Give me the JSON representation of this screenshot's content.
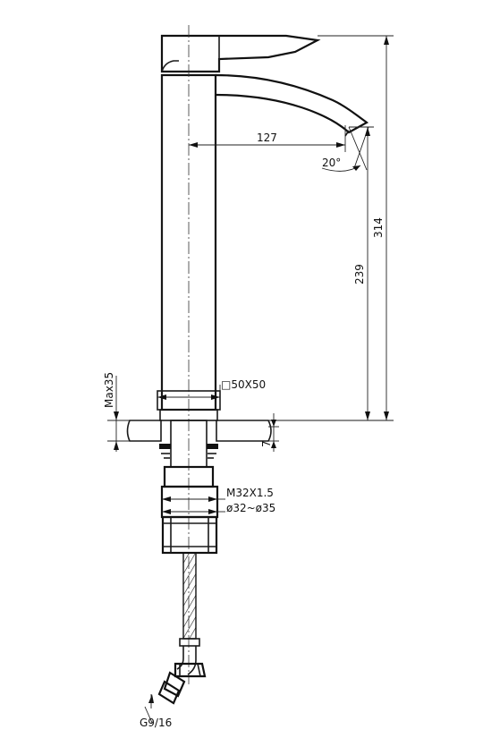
{
  "dimensions": {
    "spout_reach": "127",
    "spout_angle": "20°",
    "total_height": "314",
    "spout_height": "239",
    "max_thickness": "Max35",
    "base_size": "□50X50",
    "counter_offset": "7",
    "thread": "M32X1.5",
    "hole_diameter": "ø32~ø35",
    "hose_connector": "G9/16"
  }
}
